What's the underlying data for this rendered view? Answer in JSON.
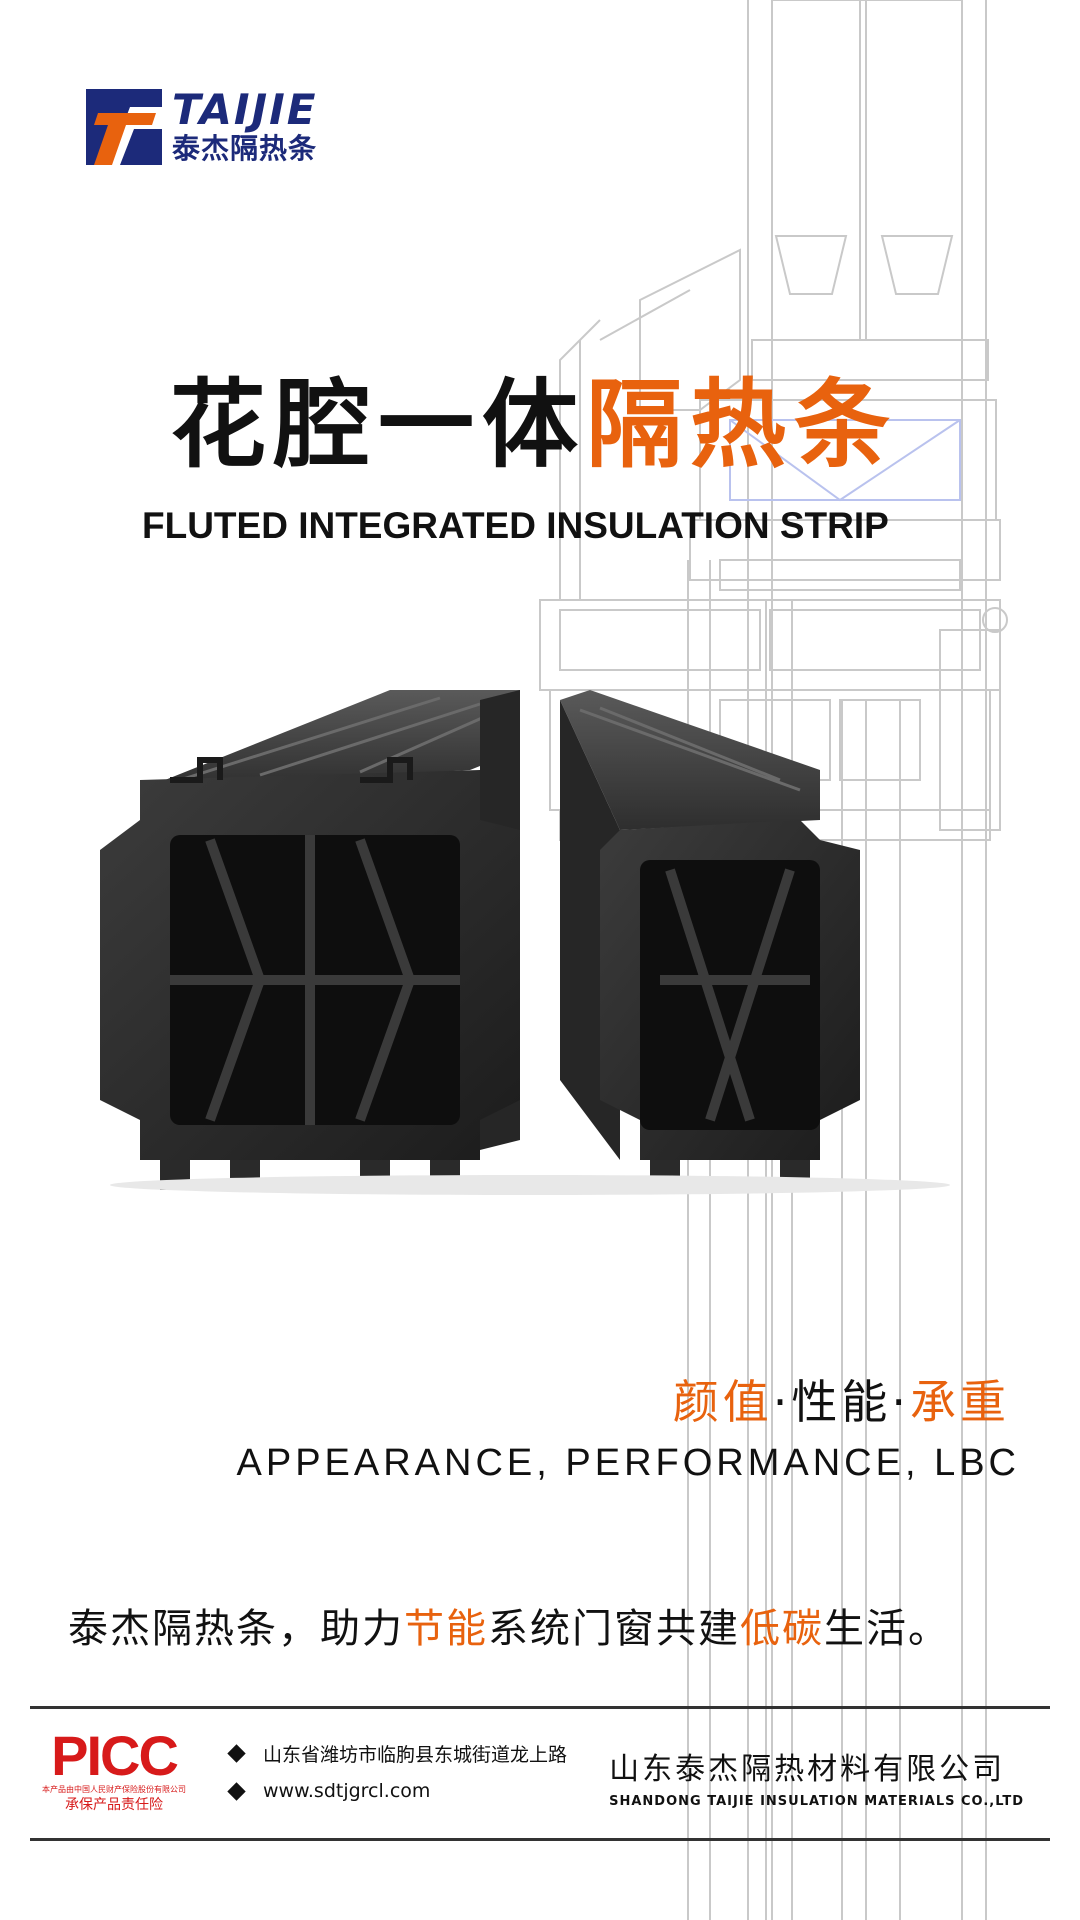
{
  "brand": {
    "name_en": "TAIJIE",
    "name_cn": "泰杰隔热条",
    "colors": {
      "navy": "#1c2a7a",
      "orange": "#e8620e"
    }
  },
  "title": {
    "cn_black": "花腔一体",
    "cn_orange": "隔热条",
    "en": "FLUTED INTEGRATED INSULATION STRIP"
  },
  "tagline": {
    "cn_1": "颜值",
    "sep_1": "·",
    "cn_2": "性能",
    "sep_2": "·",
    "cn_3": "承重",
    "en": "APPEARANCE, PERFORMANCE, LBC"
  },
  "slogan": {
    "part_1": "泰杰隔热条，助力",
    "part_2": "节能",
    "part_3": "系统门窗共建",
    "part_4": "低碳",
    "part_5": "生活。"
  },
  "footer": {
    "picc": {
      "logo": "PICC",
      "fine_print": "本产品由中国人民财产保险股份有限公司",
      "sub": "承保产品责任险",
      "color": "#d71a1a"
    },
    "address": "山东省潍坊市临朐县东城街道龙上路",
    "website": "www.sdtjgrcl.com",
    "company_cn": "山东泰杰隔热材料有限公司",
    "company_en": "SHANDONG TAIJIE INSULATION MATERIALS CO.,LTD"
  }
}
